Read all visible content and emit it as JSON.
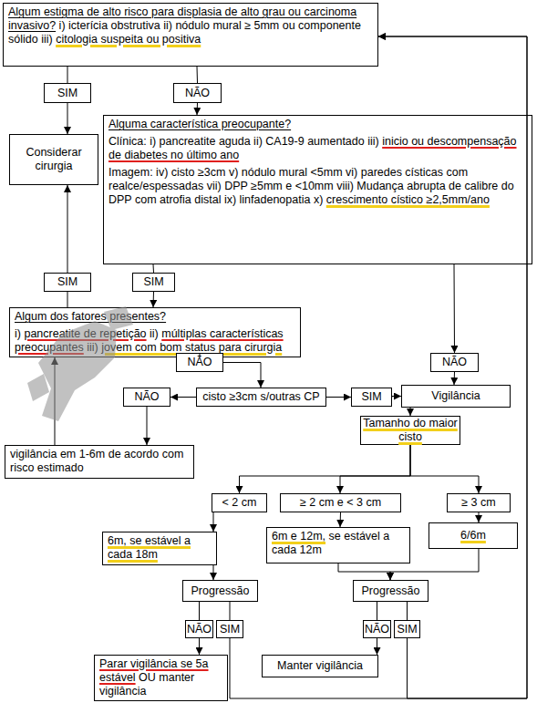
{
  "diagram": {
    "nodes": [
      {
        "text": [
          "Algum estigma de alto risco para displasia de alto grau ou carcinoma invasivo?",
          "i) icterícia obstrutiva ii) nódulo mural ≥ 5mm ou componente sólido iii)",
          "citologia suspeita ou positiva"
        ]
      },
      {
        "text": [
          "SIM"
        ]
      },
      {
        "text": [
          "NÃO"
        ]
      },
      {
        "text": [
          "Considerar cirurgia"
        ]
      },
      {
        "text": [
          "Alguma característica preocupante?",
          "Clínica: i) pancreatite aguda ii) CA19-9 aumentado iii)",
          "inicio ou descompensação de diabetes no último ano",
          "Imagem: iv) cisto ≥3cm v) nódulo mural <5mm vi) paredes císticas com realce/espessadas vii) DPP ≥5mm e <10mm viii) Mudança abrupta de calibre do DPP com atrofia distal ix) linfadenopatia x)",
          "crescimento cístico ≥2,5mm/ano"
        ]
      },
      {
        "text": [
          "SIM"
        ]
      },
      {
        "text": [
          "SIM"
        ]
      },
      {
        "text": [
          "Algum dos fatores presentes?",
          "i)",
          "pancreatite de repetição",
          "ii)",
          "múltiplas características preocupantes",
          "iii)",
          "jovem com bom status para cirurgia"
        ]
      },
      {
        "text": [
          "NÃO"
        ]
      },
      {
        "text": [
          "NÃO"
        ]
      },
      {
        "text": [
          "NÃO"
        ]
      },
      {
        "text": [
          "cisto ≥3cm s/outras CP"
        ]
      },
      {
        "text": [
          "SIM"
        ]
      },
      {
        "text": [
          "Vigilância"
        ]
      },
      {
        "text": [
          "vigilância em 1-6m de acordo com risco estimado"
        ]
      },
      {
        "text": [
          "Tamanho do maior cisto"
        ]
      },
      {
        "text": [
          "< 2 cm"
        ]
      },
      {
        "text": [
          "≥ 2 cm e < 3 cm"
        ]
      },
      {
        "text": [
          "≥ 3 cm"
        ]
      },
      {
        "text": [
          "6m, se estável a cada 18m"
        ]
      },
      {
        "text": [
          "6m e 12m,",
          "se estável a cada 12m"
        ]
      },
      {
        "text": [
          "6/6m"
        ]
      },
      {
        "text": [
          "Progressão"
        ]
      },
      {
        "text": [
          "Progressão"
        ]
      },
      {
        "text": [
          "NÃO"
        ]
      },
      {
        "text": [
          "SIM"
        ]
      },
      {
        "text": [
          "NÃO"
        ]
      },
      {
        "text": [
          "SIM"
        ]
      },
      {
        "text": [
          "Parar vigilância se 5a estável",
          "OU manter vigilância"
        ]
      },
      {
        "text": [
          "Manter vigilância"
        ]
      }
    ],
    "edges": [
      {
        "from": 0,
        "to": 1,
        "arrow": "none"
      },
      {
        "from": 0,
        "to": 2,
        "arrow": "none"
      },
      {
        "from": 1,
        "to": 3,
        "arrow": "to"
      },
      {
        "from": 2,
        "to": 4,
        "arrow": "to"
      },
      {
        "from": 4,
        "to": 5,
        "arrow": "none"
      },
      {
        "from": 5,
        "to": 7,
        "arrow": "to"
      },
      {
        "from": 4,
        "to": 9,
        "arrow": "to"
      },
      {
        "from": 7,
        "to": 6,
        "arrow": "none"
      },
      {
        "from": 6,
        "to": 3,
        "arrow": "to"
      },
      {
        "from": 7,
        "to": 8,
        "arrow": "none"
      },
      {
        "from": 8,
        "to": 11,
        "arrow": "to"
      },
      {
        "from": 11,
        "to": 10,
        "arrow": "to"
      },
      {
        "from": 11,
        "to": 12,
        "arrow": "to"
      },
      {
        "from": 12,
        "to": 13,
        "arrow": "to"
      },
      {
        "from": 9,
        "to": 13,
        "arrow": "to"
      },
      {
        "from": 10,
        "to": 14,
        "arrow": "to"
      },
      {
        "from": 14,
        "to": 7,
        "arrow": "to"
      },
      {
        "from": 13,
        "to": 15,
        "arrow": "to"
      },
      {
        "from": 15,
        "to": 16,
        "arrow": "to"
      },
      {
        "from": 15,
        "to": 17,
        "arrow": "to"
      },
      {
        "from": 15,
        "to": 18,
        "arrow": "to"
      },
      {
        "from": 16,
        "to": 19,
        "arrow": "to"
      },
      {
        "from": 17,
        "to": 20,
        "arrow": "to"
      },
      {
        "from": 18,
        "to": 21,
        "arrow": "to"
      },
      {
        "from": 19,
        "to": 22,
        "arrow": "to"
      },
      {
        "from": 20,
        "to": 23,
        "arrow": "to"
      },
      {
        "from": 21,
        "to": 23,
        "arrow": "to"
      },
      {
        "from": 22,
        "to": 24,
        "arrow": "none"
      },
      {
        "from": 22,
        "to": 25,
        "arrow": "none"
      },
      {
        "from": 23,
        "to": 26,
        "arrow": "none"
      },
      {
        "from": 23,
        "to": 27,
        "arrow": "none"
      },
      {
        "from": 24,
        "to": 28,
        "arrow": "to"
      },
      {
        "from": 26,
        "to": 29,
        "arrow": "to"
      },
      {
        "from": 25,
        "to": 0,
        "arrow": "to"
      },
      {
        "from": 27,
        "to": 0,
        "arrow": "to"
      }
    ]
  }
}
